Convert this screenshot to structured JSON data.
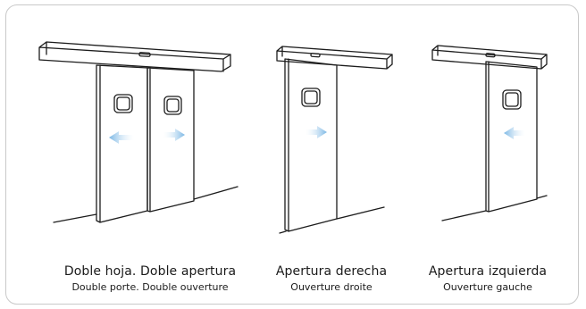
{
  "panels": [
    {
      "caption_main": "Doble hoja. Doble apertura",
      "caption_sub": "Double porte. Double ouverture"
    },
    {
      "caption_main": "Apertura derecha",
      "caption_sub": "Ouverture droite"
    },
    {
      "caption_main": "Apertura izquierda",
      "caption_sub": "Ouverture gauche"
    }
  ],
  "colors": {
    "line": "#1c1c1c",
    "arrow": "#8fc4ea",
    "frame": "#c9c9c9"
  }
}
